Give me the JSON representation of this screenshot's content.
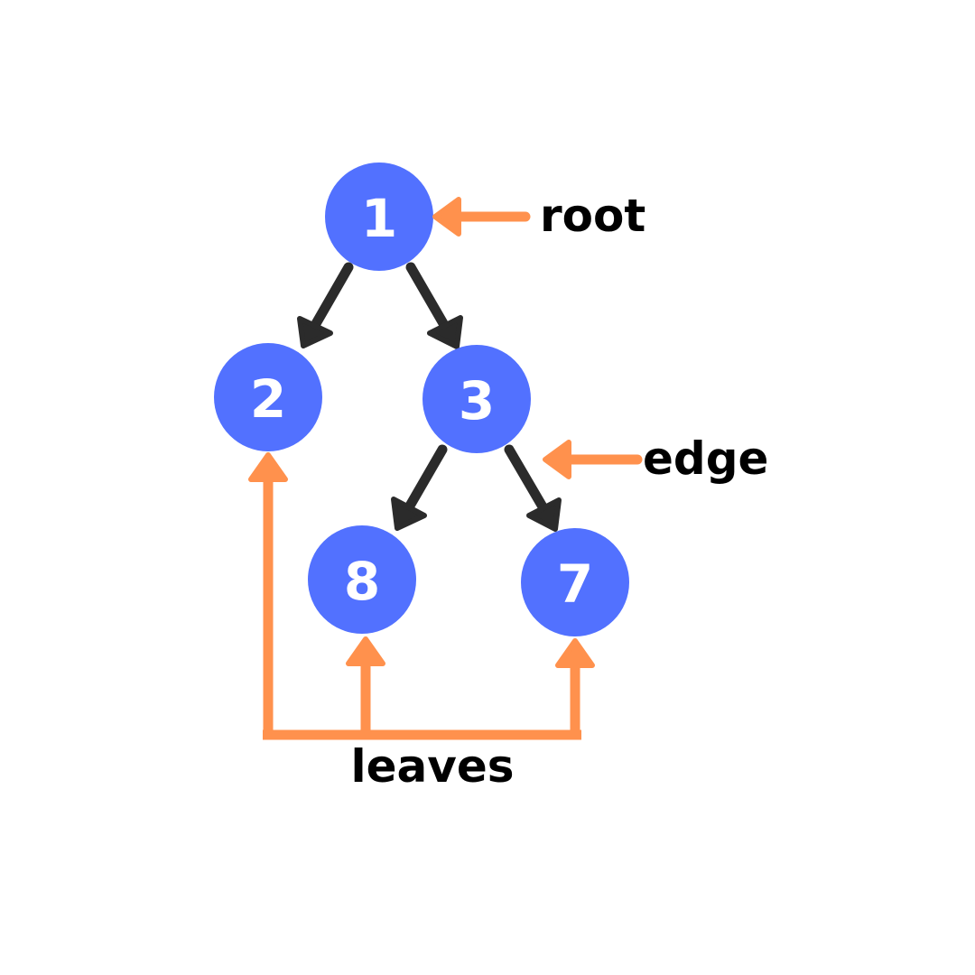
{
  "nodes": [
    {
      "id": "n1",
      "label": "1"
    },
    {
      "id": "n2",
      "label": "2"
    },
    {
      "id": "n3",
      "label": "3"
    },
    {
      "id": "n8",
      "label": "8"
    },
    {
      "id": "n7",
      "label": "7"
    }
  ],
  "edges": [
    {
      "from": "n1",
      "to": "n2"
    },
    {
      "from": "n1",
      "to": "n3"
    },
    {
      "from": "n3",
      "to": "n8"
    },
    {
      "from": "n3",
      "to": "n7"
    }
  ],
  "annotations": {
    "root": "root",
    "edge": "edge",
    "leaves": "leaves"
  },
  "colors": {
    "node_fill": "#5271ff",
    "node_text": "#ffffff",
    "edge_arrow": "#2b2b2b",
    "annotation_arrow": "#ff914d",
    "annotation_text": "#000000"
  }
}
